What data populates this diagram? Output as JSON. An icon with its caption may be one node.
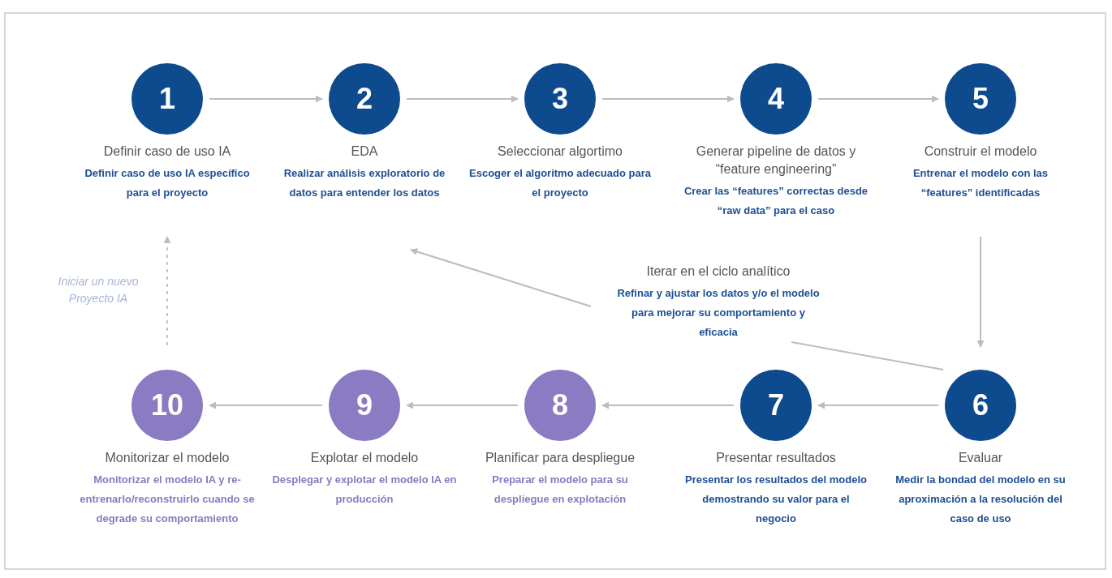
{
  "diagram": {
    "nodes": [
      {
        "text": [
          "1"
        ],
        "beside": [
          "Definir caso de uso IA",
          "Definir caso de uso IA específico para el proyecto"
        ]
      },
      {
        "text": [
          "2"
        ],
        "beside": [
          "EDA",
          "Realizar análisis exploratorio de datos para entender los datos"
        ]
      },
      {
        "text": [
          "3"
        ],
        "beside": [
          "Seleccionar algortimo",
          "Escoger el algoritmo adecuado para el proyecto"
        ]
      },
      {
        "text": [
          "4"
        ],
        "beside": [
          "Generar pipeline de datos y “feature engineering”",
          "Crear las “features” correctas desde “raw data” para el caso"
        ]
      },
      {
        "text": [
          "5"
        ],
        "beside": [
          "Construir el modelo",
          "Entrenar el modelo con las “features” identificadas"
        ]
      },
      {
        "text": [
          "6"
        ],
        "beside": [
          "Evaluar",
          "Medir la bondad del modelo en su aproximación a la resolución del caso de uso"
        ]
      },
      {
        "text": [
          "7"
        ],
        "beside": [
          "Presentar resultados",
          "Presentar los resultados del modelo demostrando su valor para el negocio"
        ]
      },
      {
        "text": [
          "8"
        ],
        "beside": [
          "Planificar para despliegue",
          "Preparar el modelo para su despliegue en explotación"
        ]
      },
      {
        "text": [
          "9"
        ],
        "beside": [
          "Explotar el modelo",
          "Desplegar y explotar el modelo IA en producción"
        ]
      },
      {
        "text": [
          "10"
        ],
        "beside": [
          "Monitorizar el modelo",
          "Monitorizar el modelo IA y re-entrenarlo/reconstruirlo cuando se degrade su comportamiento"
        ]
      },
      {
        "text": [
          "Iterar en el ciclo analítico",
          "Refinar y ajustar los datos y/o el modelo para mejorar su comportamiento y eficacia"
        ]
      }
    ],
    "edges": [
      {
        "from": 0,
        "to": 1,
        "arrow": "to"
      },
      {
        "from": 1,
        "to": 2,
        "arrow": "to"
      },
      {
        "from": 2,
        "to": 3,
        "arrow": "to"
      },
      {
        "from": 3,
        "to": 4,
        "arrow": "to"
      },
      {
        "from": 4,
        "to": 5,
        "arrow": "to"
      },
      {
        "from": 5,
        "to": 6,
        "arrow": "to"
      },
      {
        "from": 6,
        "to": 7,
        "arrow": "to"
      },
      {
        "from": 7,
        "to": 8,
        "arrow": "to"
      },
      {
        "from": 8,
        "to": 9,
        "arrow": "to"
      },
      {
        "from": 5,
        "to": 10,
        "arrow": "none"
      },
      {
        "from": 10,
        "to": 1,
        "arrow": "to"
      },
      {
        "from": 9,
        "to": 0,
        "arrow": "to",
        "label": "Iniciar un nuevo Proyecto IA",
        "style": "dashed"
      }
    ]
  }
}
